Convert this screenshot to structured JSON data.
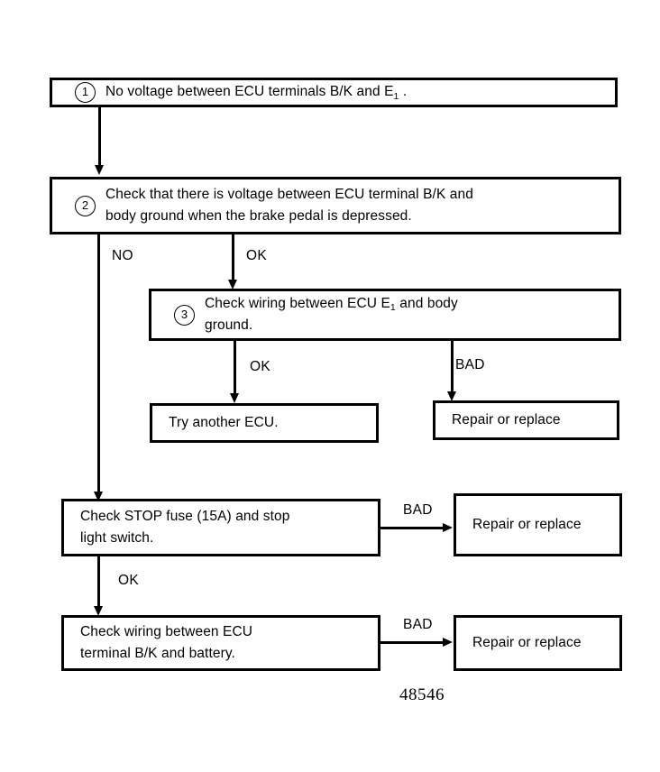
{
  "figure": {
    "number": "48546"
  },
  "nodes": {
    "step1": {
      "marker": "1",
      "text_a": "No voltage between ECU terminals B/K and E",
      "sub": "1",
      "text_b": " ."
    },
    "step2": {
      "marker": "2",
      "line1": "Check that there is voltage between ECU terminal B/K and",
      "line2": "body ground when the brake pedal is depressed."
    },
    "step3": {
      "marker": "3",
      "text_a": "Check wiring between ECU E",
      "sub": "1",
      "text_b": " and body",
      "line2": "ground."
    },
    "try_another_ecu": {
      "text": "Try another ECU."
    },
    "repair_or_replace_3": {
      "text": "Repair or replace"
    },
    "check_stop_fuse": {
      "line1": "Check STOP fuse (15A) and stop",
      "line2": "light switch."
    },
    "repair_or_replace_fuse": {
      "text": "Repair or replace"
    },
    "check_wiring_battery": {
      "line1": "Check wiring between ECU",
      "line2": "terminal B/K and battery."
    },
    "repair_or_replace_battery": {
      "text": "Repair or replace"
    }
  },
  "edges": {
    "step2_no": "NO",
    "step2_ok": "OK",
    "step3_ok": "OK",
    "step3_bad": "BAD",
    "fuse_bad": "BAD",
    "wiring_bad": "BAD"
  },
  "colors": {
    "ink": "#000000",
    "paper": "#ffffff"
  }
}
